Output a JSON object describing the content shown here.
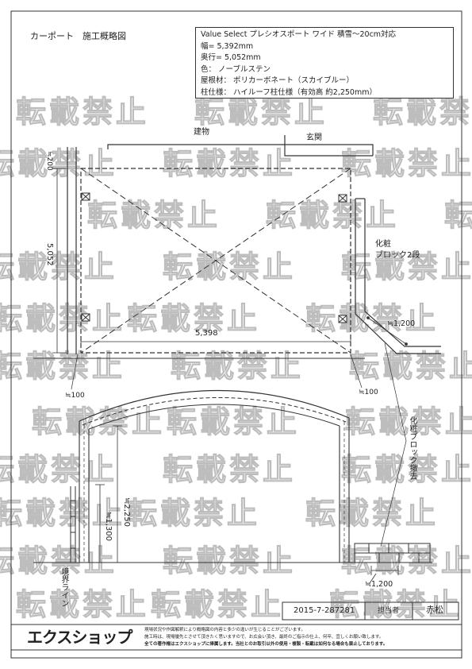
{
  "title": "カーポート　施工概略図",
  "spec": {
    "line1": "Value Select プレシオスポート ワイド 積雪～20cm対応",
    "line2": "幅= 5,392mm",
    "line3": "奥行= 5,052mm",
    "line4": "色： ノーブルステン",
    "line5": "屋根材： ポリカーボネート（スカイブルー）",
    "line6": "柱仕様： ハイルーフ柱仕様（有効高 約2,250mm）"
  },
  "plan": {
    "building": "建物",
    "entrance": "玄関",
    "dim_200": "≒200",
    "dim_depth": "5,052",
    "dim_width": "5,398",
    "dim_100_left": "≒100",
    "dim_100_right": "≒100",
    "block_label_1": "化粧",
    "block_label_2": "ブロック2段",
    "dim_1200": "≒1,200"
  },
  "elevation": {
    "dim_2250": "≒2,250",
    "dim_1300": "≒1,300",
    "boundary": "境界ライン",
    "block_removal": "化粧ブロック撤去",
    "dim_1200": "≒1,200"
  },
  "footer": {
    "drawing_no": "2015-7-287281",
    "person_label": "担当者",
    "person_name": "赤松",
    "logo": "エクスショップ",
    "note1": "現場状況や作図解釈により概略図の内容と多少の違いが生じることがございます。",
    "note2": "施工時は、現場優先とさせて頂きたく思いますので、お広会い頂き、最終のご指示の仕上、何卒、宜しくお願い致します。",
    "note3": "全ての著作権はエクスショップに帰属します。当社とのお取引以外の使用・複製・転載は如何なる場合も禁止しております。"
  },
  "watermark": "転載禁止"
}
